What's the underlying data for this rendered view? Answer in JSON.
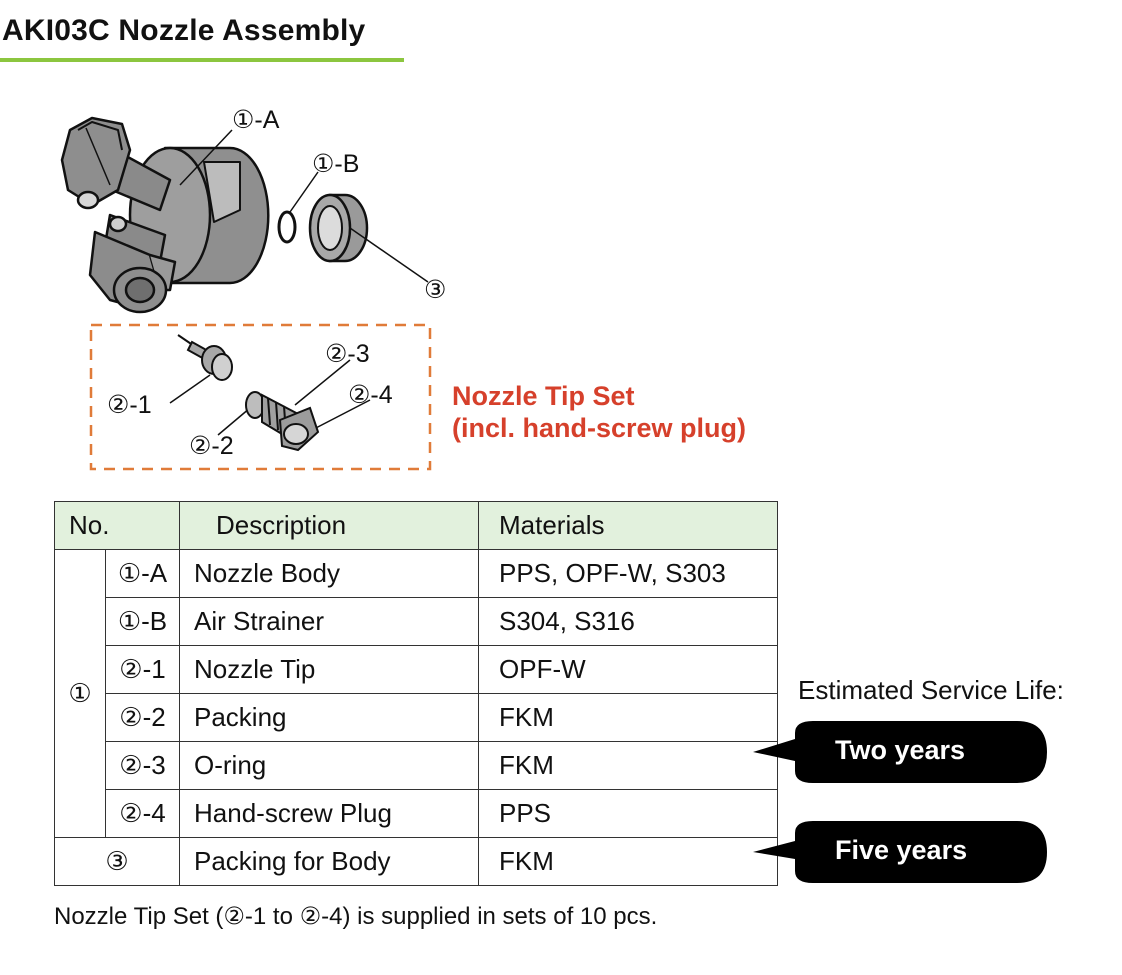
{
  "title": "AKI03C Nozzle Assembly",
  "labels": {
    "one_a": "①-A",
    "one_b": "①-B",
    "three": "③",
    "two_1": "②-1",
    "two_2": "②-2",
    "two_3": "②-3",
    "two_4": "②-4"
  },
  "tip_set": {
    "line1": "Nozzle Tip Set",
    "line2": "(incl. hand-screw plug)"
  },
  "table": {
    "headers": {
      "no": "No.",
      "description": "Description",
      "materials": "Materials"
    },
    "group_no": "①",
    "rows": [
      {
        "sub": "①-A",
        "description": "Nozzle Body",
        "materials": "PPS, OPF-W, S303"
      },
      {
        "sub": "①-B",
        "description": "Air Strainer",
        "materials": "S304, S316"
      },
      {
        "sub": "②-1",
        "description": "Nozzle Tip",
        "materials": "OPF-W"
      },
      {
        "sub": "②-2",
        "description": "Packing",
        "materials": "FKM"
      },
      {
        "sub": "②-3",
        "description": "O-ring",
        "materials": "FKM"
      },
      {
        "sub": "②-4",
        "description": "Hand-screw Plug",
        "materials": "PPS"
      }
    ],
    "last_row": {
      "no": "③",
      "description": "Packing for Body",
      "materials": "FKM"
    }
  },
  "service_life": {
    "label": "Estimated Service Life:",
    "two_years": "Two years",
    "five_years": "Five years"
  },
  "footnote": "Nozzle Tip Set (②-1 to ②-4) is supplied in sets of 10 pcs.",
  "colors": {
    "accent_green": "#8cc63f",
    "header_bg": "#e2f1dd",
    "tip_red": "#d6402b",
    "callout_bg": "#000000"
  }
}
